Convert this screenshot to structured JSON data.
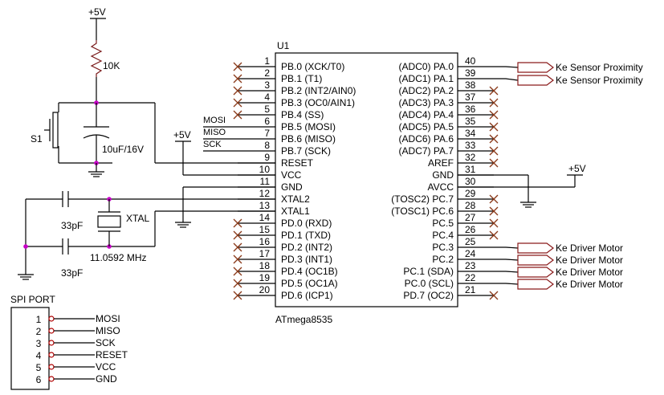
{
  "power": {
    "top_label": "+5V",
    "vcc_near_label": "+5V",
    "avcc_label": "+5V"
  },
  "resistor": {
    "value": "10K"
  },
  "switch": {
    "label": "S1"
  },
  "cap_reset": {
    "value": "10uF/16V"
  },
  "crystal": {
    "label": "XTAL",
    "freq": "11.0592 MHz",
    "cap1": "33pF",
    "cap2": "33pF"
  },
  "ic": {
    "ref": "U1",
    "part": "ATmega8535",
    "left_pins": [
      {
        "num": "1",
        "name": "PB.0 (XCK/T0)"
      },
      {
        "num": "2",
        "name": "PB.1 (T1)"
      },
      {
        "num": "3",
        "name": "PB.2 (INT2/AIN0)"
      },
      {
        "num": "4",
        "name": "PB.3 (OC0/AIN1)"
      },
      {
        "num": "5",
        "name": "PB.4 (SS)"
      },
      {
        "num": "6",
        "name": "PB.5 (MOSI)"
      },
      {
        "num": "7",
        "name": "PB.6 (MISO)"
      },
      {
        "num": "8",
        "name": "PB.7 (SCK)"
      },
      {
        "num": "9",
        "name": "RESET"
      },
      {
        "num": "10",
        "name": "VCC"
      },
      {
        "num": "11",
        "name": "GND"
      },
      {
        "num": "12",
        "name": "XTAL2"
      },
      {
        "num": "13",
        "name": "XTAL1"
      },
      {
        "num": "14",
        "name": "PD.0 (RXD)"
      },
      {
        "num": "15",
        "name": "PD.1 (TXD)"
      },
      {
        "num": "16",
        "name": "PD.2 (INT2)"
      },
      {
        "num": "17",
        "name": "PD.3 (INT1)"
      },
      {
        "num": "18",
        "name": "PD.4 (OC1B)"
      },
      {
        "num": "19",
        "name": "PD.5 (OC1A)"
      },
      {
        "num": "20",
        "name": "PD.6 (ICP1)"
      }
    ],
    "right_pins": [
      {
        "num": "40",
        "name": "(ADC0) PA.0"
      },
      {
        "num": "39",
        "name": "(ADC1) PA.1"
      },
      {
        "num": "38",
        "name": "(ADC2) PA.2"
      },
      {
        "num": "37",
        "name": "(ADC3) PA.3"
      },
      {
        "num": "36",
        "name": "(ADC4) PA.4"
      },
      {
        "num": "35",
        "name": "(ADC5) PA.5"
      },
      {
        "num": "34",
        "name": "(ADC6) PA.6"
      },
      {
        "num": "33",
        "name": "(ADC7) PA.7"
      },
      {
        "num": "32",
        "name": "AREF"
      },
      {
        "num": "31",
        "name": "GND"
      },
      {
        "num": "30",
        "name": "AVCC"
      },
      {
        "num": "29",
        "name": "(TOSC2) PC.7"
      },
      {
        "num": "28",
        "name": "(TOSC1) PC.6"
      },
      {
        "num": "27",
        "name": "PC.5"
      },
      {
        "num": "26",
        "name": "PC.4"
      },
      {
        "num": "25",
        "name": "PC.3"
      },
      {
        "num": "24",
        "name": "PC.2"
      },
      {
        "num": "23",
        "name": "PC.1 (SDA)"
      },
      {
        "num": "22",
        "name": "PC.0 (SCL)"
      },
      {
        "num": "21",
        "name": "PD.7 (OC2)"
      }
    ]
  },
  "spi_nets": {
    "mosi": "MOSI",
    "miso": "MISO",
    "sck": "SCK"
  },
  "sensor_outputs": [
    "Ke Sensor Proximity",
    "Ke Sensor Proximity"
  ],
  "motor_outputs": [
    "Ke Driver Motor",
    "Ke Driver Motor",
    "Ke Driver Motor",
    "Ke Driver Motor"
  ],
  "spi_port": {
    "title": "SPI PORT",
    "pins": [
      {
        "num": "1",
        "name": "MOSI"
      },
      {
        "num": "2",
        "name": "MISO"
      },
      {
        "num": "3",
        "name": "SCK"
      },
      {
        "num": "4",
        "name": "RESET"
      },
      {
        "num": "5",
        "name": "VCC"
      },
      {
        "num": "6",
        "name": "GND"
      }
    ]
  }
}
